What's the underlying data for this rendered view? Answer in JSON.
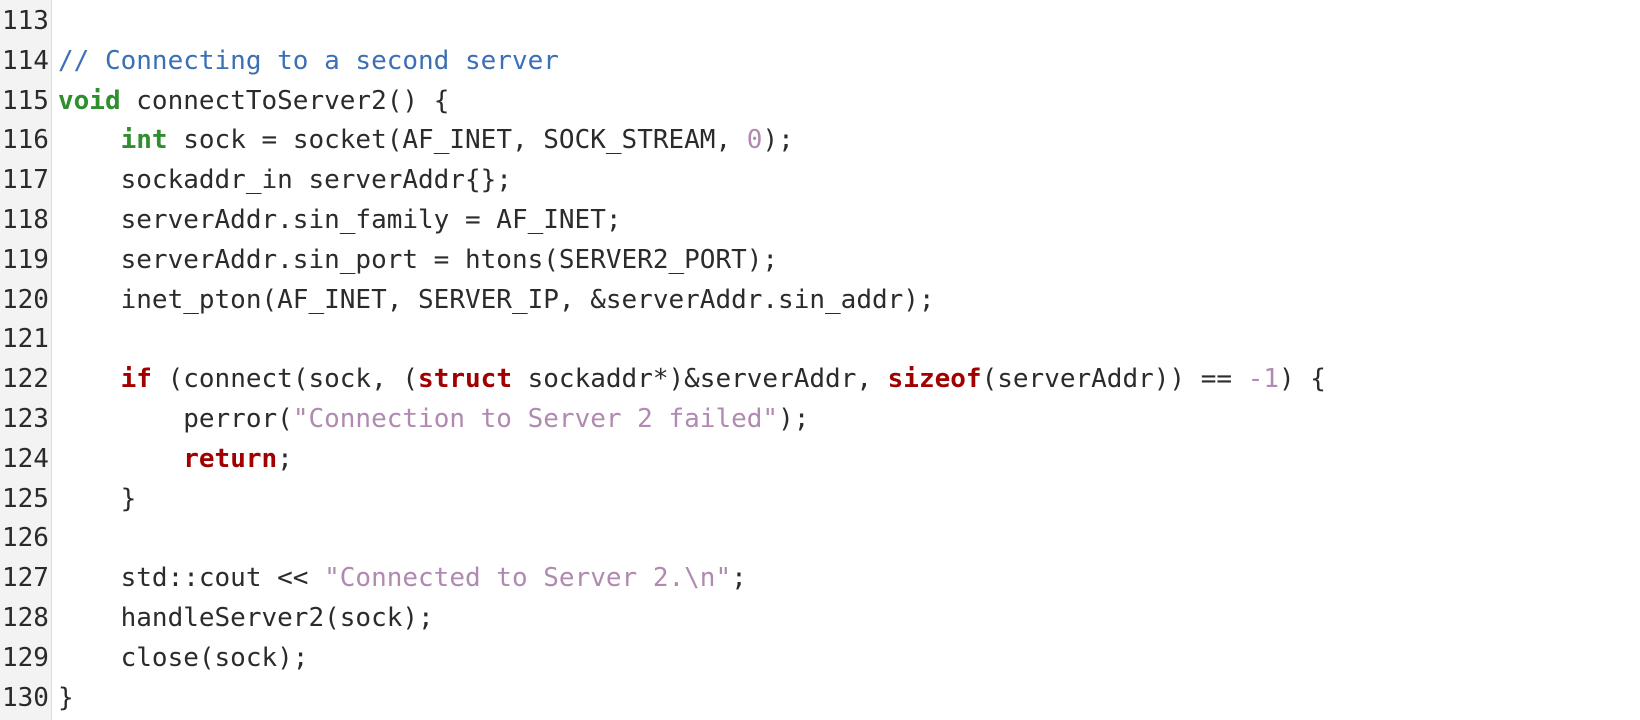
{
  "editor": {
    "line_numbers": [
      "113",
      "114",
      "115",
      "116",
      "117",
      "118",
      "119",
      "120",
      "121",
      "122",
      "123",
      "124",
      "125",
      "126",
      "127",
      "128",
      "129",
      "130"
    ],
    "lines": [
      [],
      [
        {
          "t": "cmt",
          "v": "// Connecting to a second server"
        }
      ],
      [
        {
          "t": "kw-green",
          "v": "void"
        },
        {
          "t": "txt",
          "v": " connectToServer2() {"
        }
      ],
      [
        {
          "t": "txt",
          "v": "    "
        },
        {
          "t": "kw-green",
          "v": "int"
        },
        {
          "t": "txt",
          "v": " sock = socket(AF_INET, SOCK_STREAM, "
        },
        {
          "t": "num",
          "v": "0"
        },
        {
          "t": "txt",
          "v": ");"
        }
      ],
      [
        {
          "t": "txt",
          "v": "    sockaddr_in serverAddr{};"
        }
      ],
      [
        {
          "t": "txt",
          "v": "    serverAddr.sin_family = AF_INET;"
        }
      ],
      [
        {
          "t": "txt",
          "v": "    serverAddr.sin_port = htons(SERVER2_PORT);"
        }
      ],
      [
        {
          "t": "txt",
          "v": "    inet_pton(AF_INET, SERVER_IP, &serverAddr.sin_addr);"
        }
      ],
      [],
      [
        {
          "t": "txt",
          "v": "    "
        },
        {
          "t": "kw-red",
          "v": "if"
        },
        {
          "t": "txt",
          "v": " (connect(sock, ("
        },
        {
          "t": "kw-red",
          "v": "struct"
        },
        {
          "t": "txt",
          "v": " sockaddr*)&serverAddr, "
        },
        {
          "t": "kw-red",
          "v": "sizeof"
        },
        {
          "t": "txt",
          "v": "(serverAddr)) == "
        },
        {
          "t": "num",
          "v": "-1"
        },
        {
          "t": "txt",
          "v": ") {"
        }
      ],
      [
        {
          "t": "txt",
          "v": "        perror("
        },
        {
          "t": "str",
          "v": "\"Connection to Server 2 failed\""
        },
        {
          "t": "txt",
          "v": ");"
        }
      ],
      [
        {
          "t": "txt",
          "v": "        "
        },
        {
          "t": "kw-red",
          "v": "return"
        },
        {
          "t": "txt",
          "v": ";"
        }
      ],
      [
        {
          "t": "txt",
          "v": "    }"
        }
      ],
      [],
      [
        {
          "t": "txt",
          "v": "    std::cout << "
        },
        {
          "t": "str",
          "v": "\"Connected to Server 2.\\n\""
        },
        {
          "t": "txt",
          "v": ";"
        }
      ],
      [
        {
          "t": "txt",
          "v": "    handleServer2(sock);"
        }
      ],
      [
        {
          "t": "txt",
          "v": "    close(sock);"
        }
      ],
      [
        {
          "t": "txt",
          "v": "}"
        }
      ]
    ]
  }
}
